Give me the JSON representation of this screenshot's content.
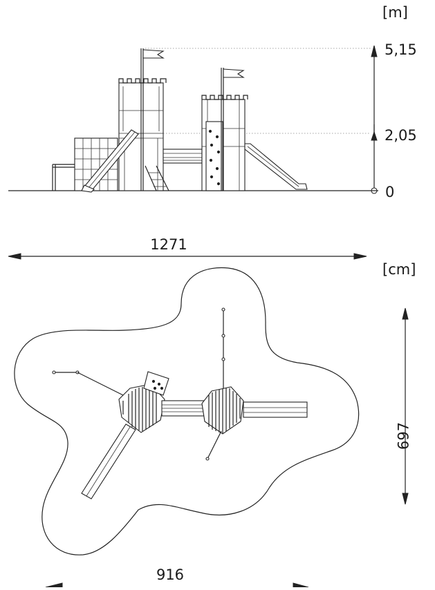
{
  "elevation": {
    "unit": "[m]",
    "height_top": "5,15",
    "height_platform": "2,05",
    "ground": "0",
    "width": "1271"
  },
  "plan": {
    "unit": "[cm]",
    "depth": "697",
    "width": "916"
  }
}
